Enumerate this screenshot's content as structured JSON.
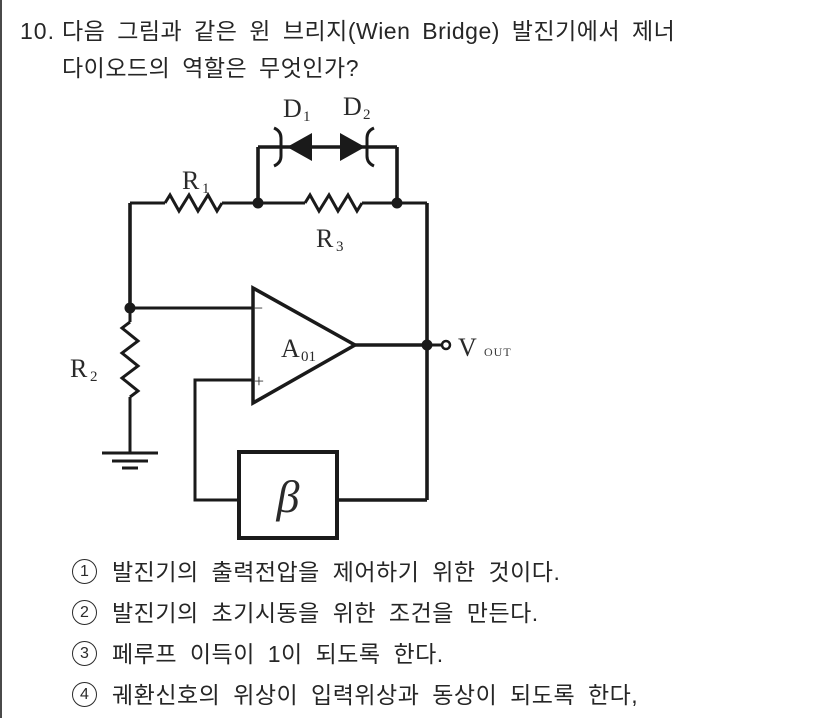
{
  "question": {
    "number": "10.",
    "line1": "다음 그림과 같은 윈 브리지(Wien Bridge) 발진기에서 제너",
    "line2": "다이오드의 역할은 무엇인가?"
  },
  "circuit": {
    "labels": {
      "d1": {
        "main": "D",
        "sub": "1"
      },
      "d2": {
        "main": "D",
        "sub": "2"
      },
      "r1": {
        "main": "R",
        "sub": "1"
      },
      "r2": {
        "main": "R",
        "sub": "2"
      },
      "r3": {
        "main": "R",
        "sub": "3"
      },
      "amp": {
        "main": "A",
        "sub": "01"
      },
      "vout": {
        "main": "V",
        "sub": "OUT"
      },
      "beta": "β",
      "minus": "−",
      "plus": "+"
    },
    "colors": {
      "ink": "#1a1a1a"
    }
  },
  "options": [
    {
      "num": "1",
      "text": "발진기의 출력전압을 제어하기 위한 것이다."
    },
    {
      "num": "2",
      "text": "발진기의 초기시동을 위한 조건을 만든다."
    },
    {
      "num": "3",
      "text": "페루프 이득이 1이 되도록 한다."
    },
    {
      "num": "4",
      "text": "궤환신호의 위상이 입력위상과 동상이 되도록 한다,"
    }
  ]
}
